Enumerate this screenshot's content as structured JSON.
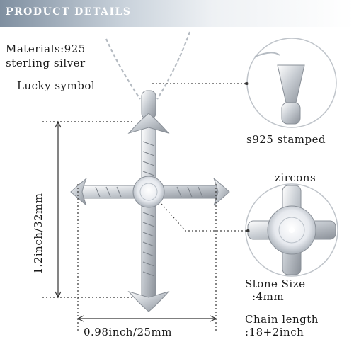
{
  "header": {
    "title": "PRODUCT DETAILS"
  },
  "labels": {
    "materials_line1": "Materials:925",
    "materials_line2": "sterling silver",
    "lucky": "Lucky symbol",
    "stamped": "s925 stamped",
    "zircons": "zircons",
    "stone_line1": "Stone Size",
    "stone_line2": ":4mm",
    "chain_line1": "Chain length",
    "chain_line2": ":18+2inch"
  },
  "dimensions": {
    "height": "1.2inch/32mm",
    "width": "0.98inch/25mm"
  },
  "colors": {
    "header_start": "#7f8fa0",
    "silver": "#c9ced4",
    "text": "#1a1a1a"
  }
}
